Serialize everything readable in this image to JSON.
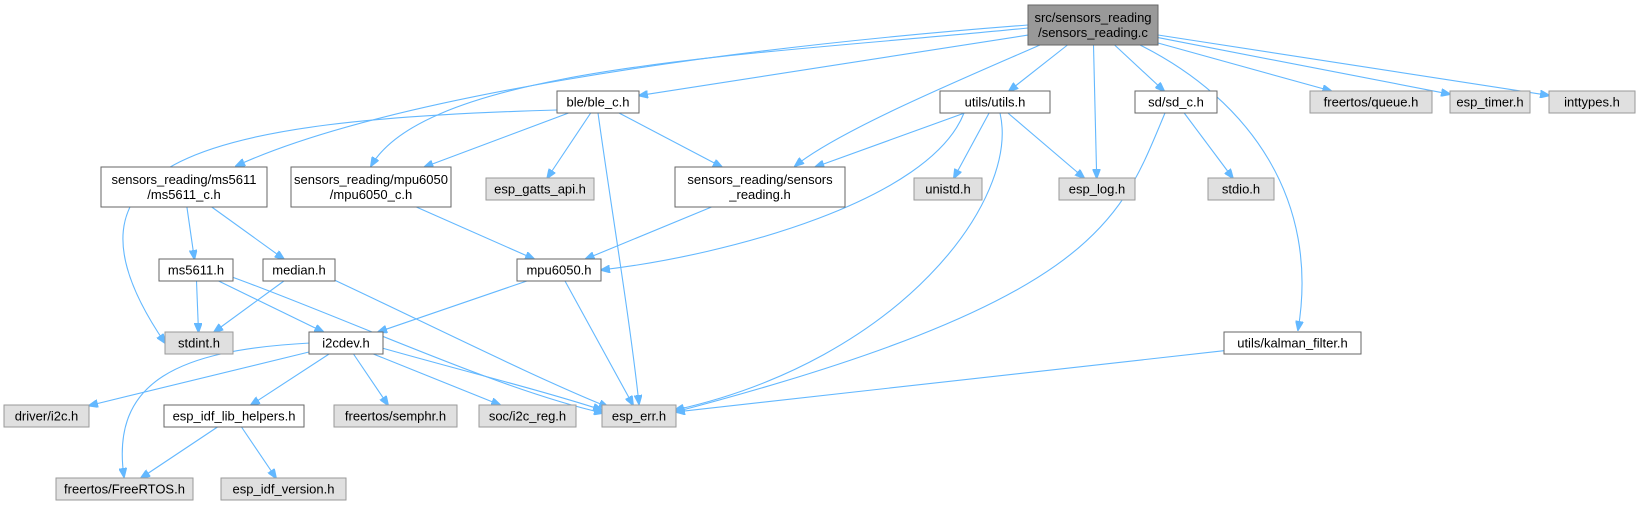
{
  "diagram": {
    "nodes": [
      {
        "id": "root",
        "lines": [
          "src/sensors_reading",
          "/sensors_reading.c"
        ],
        "kind": "root"
      },
      {
        "id": "ble",
        "lines": [
          "ble/ble_c.h"
        ],
        "kind": "local"
      },
      {
        "id": "utils",
        "lines": [
          "utils/utils.h"
        ],
        "kind": "local"
      },
      {
        "id": "sd",
        "lines": [
          "sd/sd_c.h"
        ],
        "kind": "local"
      },
      {
        "id": "queue",
        "lines": [
          "freertos/queue.h"
        ],
        "kind": "system"
      },
      {
        "id": "esp_timer",
        "lines": [
          "esp_timer.h"
        ],
        "kind": "system"
      },
      {
        "id": "inttypes",
        "lines": [
          "inttypes.h"
        ],
        "kind": "system"
      },
      {
        "id": "ms5611c",
        "lines": [
          "sensors_reading/ms5611",
          "/ms5611_c.h"
        ],
        "kind": "local"
      },
      {
        "id": "mpu6050c",
        "lines": [
          "sensors_reading/mpu6050",
          "/mpu6050_c.h"
        ],
        "kind": "local"
      },
      {
        "id": "gatts",
        "lines": [
          "esp_gatts_api.h"
        ],
        "kind": "system"
      },
      {
        "id": "sr_h",
        "lines": [
          "sensors_reading/sensors",
          "_reading.h"
        ],
        "kind": "local"
      },
      {
        "id": "unistd",
        "lines": [
          "unistd.h"
        ],
        "kind": "system"
      },
      {
        "id": "esp_log",
        "lines": [
          "esp_log.h"
        ],
        "kind": "system"
      },
      {
        "id": "stdio",
        "lines": [
          "stdio.h"
        ],
        "kind": "system"
      },
      {
        "id": "ms5611",
        "lines": [
          "ms5611.h"
        ],
        "kind": "local"
      },
      {
        "id": "median",
        "lines": [
          "median.h"
        ],
        "kind": "local"
      },
      {
        "id": "mpu6050",
        "lines": [
          "mpu6050.h"
        ],
        "kind": "local"
      },
      {
        "id": "stdint",
        "lines": [
          "stdint.h"
        ],
        "kind": "system"
      },
      {
        "id": "i2cdev",
        "lines": [
          "i2cdev.h"
        ],
        "kind": "local"
      },
      {
        "id": "kalman",
        "lines": [
          "utils/kalman_filter.h"
        ],
        "kind": "local"
      },
      {
        "id": "i2c",
        "lines": [
          "driver/i2c.h"
        ],
        "kind": "system"
      },
      {
        "id": "helpers",
        "lines": [
          "esp_idf_lib_helpers.h"
        ],
        "kind": "local"
      },
      {
        "id": "semphr",
        "lines": [
          "freertos/semphr.h"
        ],
        "kind": "system"
      },
      {
        "id": "i2c_reg",
        "lines": [
          "soc/i2c_reg.h"
        ],
        "kind": "system"
      },
      {
        "id": "esp_err",
        "lines": [
          "esp_err.h"
        ],
        "kind": "system"
      },
      {
        "id": "freertos",
        "lines": [
          "freertos/FreeRTOS.h"
        ],
        "kind": "system"
      },
      {
        "id": "idf_ver",
        "lines": [
          "esp_idf_version.h"
        ],
        "kind": "system"
      }
    ],
    "edges": [
      {
        "from": "root",
        "to": "ble"
      },
      {
        "from": "root",
        "to": "ms5611c"
      },
      {
        "from": "root",
        "to": "mpu6050c"
      },
      {
        "from": "root",
        "to": "sr_h"
      },
      {
        "from": "root",
        "to": "utils"
      },
      {
        "from": "root",
        "to": "esp_log"
      },
      {
        "from": "root",
        "to": "sd"
      },
      {
        "from": "root",
        "to": "kalman"
      },
      {
        "from": "root",
        "to": "queue"
      },
      {
        "from": "root",
        "to": "esp_timer"
      },
      {
        "from": "root",
        "to": "inttypes"
      },
      {
        "from": "ble",
        "to": "stdint"
      },
      {
        "from": "ble",
        "to": "mpu6050c"
      },
      {
        "from": "ble",
        "to": "gatts"
      },
      {
        "from": "ble",
        "to": "sr_h"
      },
      {
        "from": "ble",
        "to": "esp_err"
      },
      {
        "from": "utils",
        "to": "sr_h"
      },
      {
        "from": "utils",
        "to": "mpu6050"
      },
      {
        "from": "utils",
        "to": "unistd"
      },
      {
        "from": "utils",
        "to": "esp_log"
      },
      {
        "from": "utils",
        "to": "esp_err"
      },
      {
        "from": "sd",
        "to": "stdio"
      },
      {
        "from": "sd",
        "to": "esp_err"
      },
      {
        "from": "ms5611c",
        "to": "ms5611"
      },
      {
        "from": "ms5611c",
        "to": "median"
      },
      {
        "from": "mpu6050c",
        "to": "mpu6050"
      },
      {
        "from": "sr_h",
        "to": "mpu6050"
      },
      {
        "from": "ms5611",
        "to": "stdint"
      },
      {
        "from": "ms5611",
        "to": "i2cdev"
      },
      {
        "from": "ms5611",
        "to": "esp_err"
      },
      {
        "from": "median",
        "to": "stdint"
      },
      {
        "from": "median",
        "to": "esp_err"
      },
      {
        "from": "mpu6050",
        "to": "i2cdev"
      },
      {
        "from": "mpu6050",
        "to": "esp_err"
      },
      {
        "from": "i2cdev",
        "to": "i2c"
      },
      {
        "from": "i2cdev",
        "to": "freertos"
      },
      {
        "from": "i2cdev",
        "to": "helpers"
      },
      {
        "from": "i2cdev",
        "to": "semphr"
      },
      {
        "from": "i2cdev",
        "to": "i2c_reg"
      },
      {
        "from": "i2cdev",
        "to": "esp_err"
      },
      {
        "from": "kalman",
        "to": "esp_err"
      },
      {
        "from": "helpers",
        "to": "freertos"
      },
      {
        "from": "helpers",
        "to": "idf_ver"
      }
    ]
  }
}
